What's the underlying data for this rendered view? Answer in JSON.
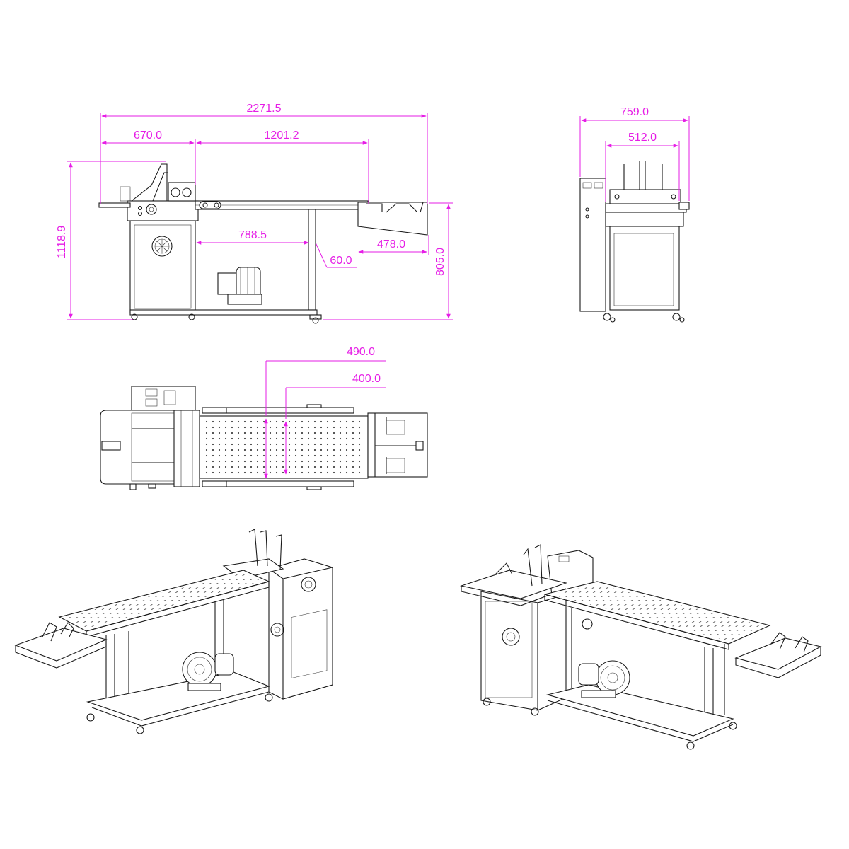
{
  "colors": {
    "dimension": "#e61ee6",
    "line": "#1a1a1a",
    "background": "#ffffff"
  },
  "front_view": {
    "overall_length": "2271.5",
    "feeder_length": "670.0",
    "conveyor_length": "1201.2",
    "overall_height": "1118.9",
    "table_height": "805.0",
    "leg_span": "788.5",
    "leg_offset": "60.0",
    "tray_length": "478.0"
  },
  "side_view": {
    "overall_width": "759.0",
    "inner_width": "512.0"
  },
  "top_view": {
    "belt_width": "490.0",
    "belt_inner_width": "400.0"
  }
}
